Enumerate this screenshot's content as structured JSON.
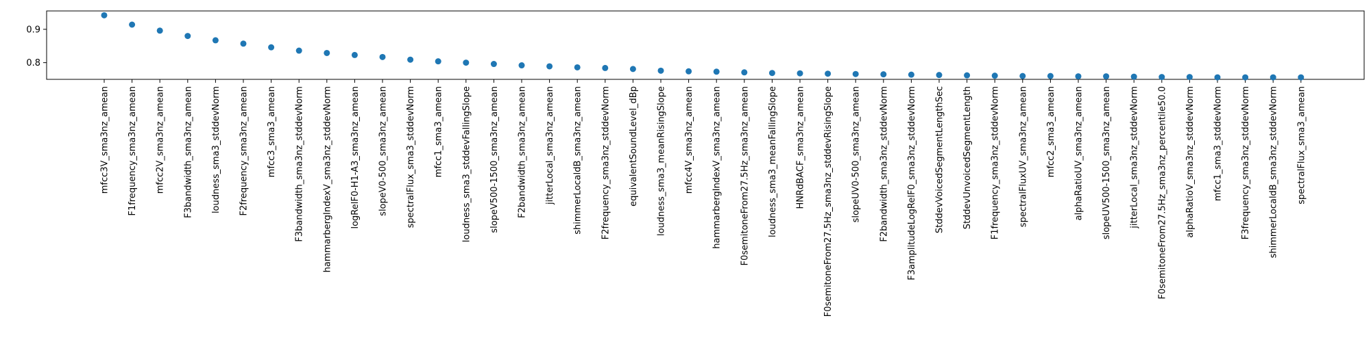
{
  "chart_data": {
    "type": "scatter",
    "title": "",
    "xlabel": "",
    "ylabel": "",
    "ylim": [
      0.75,
      0.955
    ],
    "yticks": [
      0.8,
      0.9
    ],
    "grid": false,
    "legend": "none",
    "marker_color": "#1f77b4",
    "categories": [
      "mfcc3V_sma3nz_amean",
      "F1frequency_sma3nz_amean",
      "mfcc2V_sma3nz_amean",
      "F3bandwidth_sma3nz_amean",
      "loudness_sma3_stddevNorm",
      "F2frequency_sma3nz_amean",
      "mfcc3_sma3_amean",
      "F3bandwidth_sma3nz_stddevNorm",
      "hammarbergIndexV_sma3nz_stddevNorm",
      "logRelF0-H1-A3_sma3nz_amean",
      "slopeV0-500_sma3nz_amean",
      "spectralFlux_sma3_stddevNorm",
      "mfcc1_sma3_amean",
      "loudness_sma3_stddevFallingSlope",
      "slopeV500-1500_sma3nz_amean",
      "F2bandwidth_sma3nz_amean",
      "jitterLocal_sma3nz_amean",
      "shimmerLocaldB_sma3nz_amean",
      "F2frequency_sma3nz_stddevNorm",
      "equivalentSoundLevel_dBp",
      "loudness_sma3_meanRisingSlope",
      "mfcc4V_sma3nz_amean",
      "hammarbergIndexV_sma3nz_amean",
      "F0semitoneFrom27.5Hz_sma3nz_amean",
      "loudness_sma3_meanFallingSlope",
      "HNRdBACF_sma3nz_amean",
      "F0semitoneFrom27.5Hz_sma3nz_stddevRisingSlope",
      "slopeUV0-500_sma3nz_amean",
      "F2bandwidth_sma3nz_stddevNorm",
      "F3amplitudeLogRelF0_sma3nz_stddevNorm",
      "StddevVoicedSegmentLengthSec",
      "StddevUnvoicedSegmentLength",
      "F1frequency_sma3nz_stddevNorm",
      "spectralFluxUV_sma3nz_amean",
      "mfcc2_sma3_amean",
      "alphaRatioUV_sma3nz_amean",
      "slopeUV500-1500_sma3nz_amean",
      "jitterLocal_sma3nz_stddevNorm",
      "F0semitoneFrom27.5Hz_sma3nz_percentile50.0",
      "alphaRatioV_sma3nz_stddevNorm",
      "mfcc1_sma3_stddevNorm",
      "F3frequency_sma3nz_stddevNorm",
      "shimmerLocaldB_sma3nz_stddevNorm",
      "spectralFlux_sma3_amean"
    ],
    "values": [
      0.942,
      0.914,
      0.896,
      0.88,
      0.867,
      0.857,
      0.846,
      0.836,
      0.829,
      0.823,
      0.817,
      0.809,
      0.804,
      0.8,
      0.796,
      0.792,
      0.789,
      0.786,
      0.784,
      0.781,
      0.776,
      0.774,
      0.773,
      0.771,
      0.769,
      0.768,
      0.767,
      0.766,
      0.765,
      0.764,
      0.763,
      0.762,
      0.761,
      0.76,
      0.76,
      0.759,
      0.759,
      0.758,
      0.757,
      0.757,
      0.756,
      0.756,
      0.756,
      0.756
    ]
  }
}
